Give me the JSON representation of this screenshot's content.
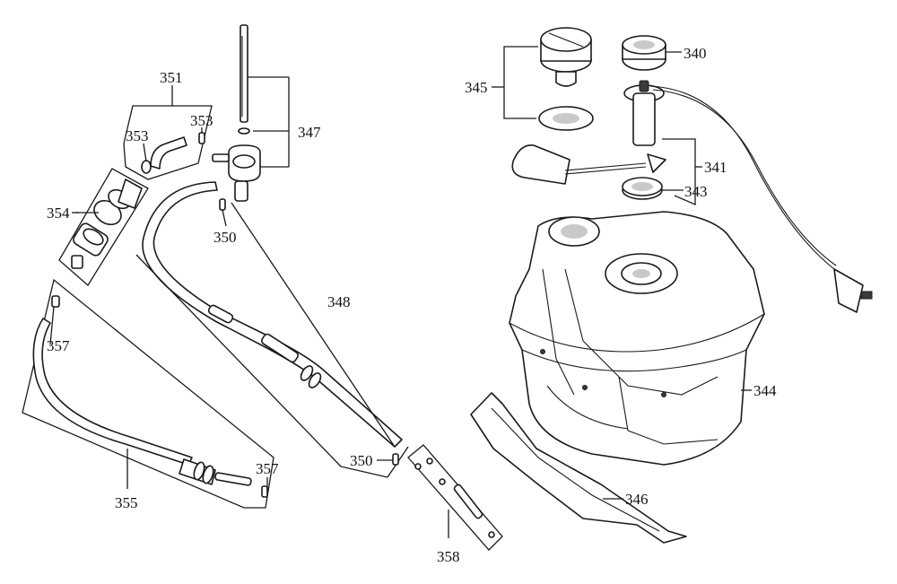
{
  "diagram": {
    "labels": {
      "p340": "340",
      "p341": "341",
      "p343": "343",
      "p344": "344",
      "p345": "345",
      "p346": "346",
      "p347": "347",
      "p348": "348",
      "p350a": "350",
      "p350b": "350",
      "p351": "351",
      "p353a": "353",
      "p353b": "353",
      "p354": "354",
      "p355": "355",
      "p357a": "357",
      "p357b": "357",
      "p358": "358"
    }
  }
}
